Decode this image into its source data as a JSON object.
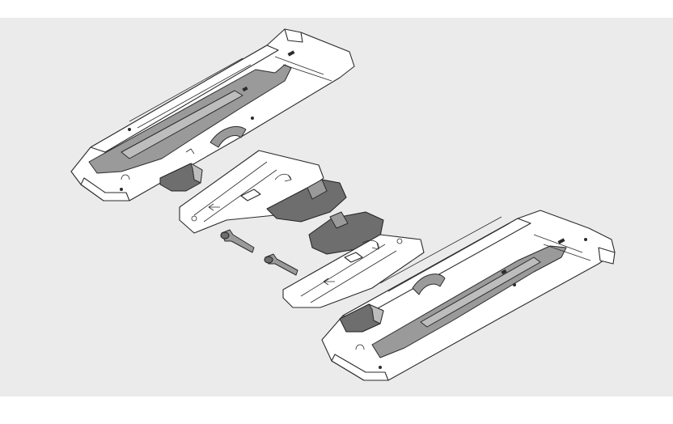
{
  "figure": {
    "background": "#ebebeb",
    "part_colors": {
      "rail": "#ffffff",
      "mechanism": "#9a9a9a",
      "mechanism_light": "#bdbdbd",
      "mechanism_dark": "#6e6e6e",
      "outline": "#2b2b2b"
    },
    "parts": [
      "upper-runner-left",
      "left-locking-device-plate",
      "adjustment-pins",
      "right-locking-device-plate",
      "lower-runner-right"
    ]
  }
}
